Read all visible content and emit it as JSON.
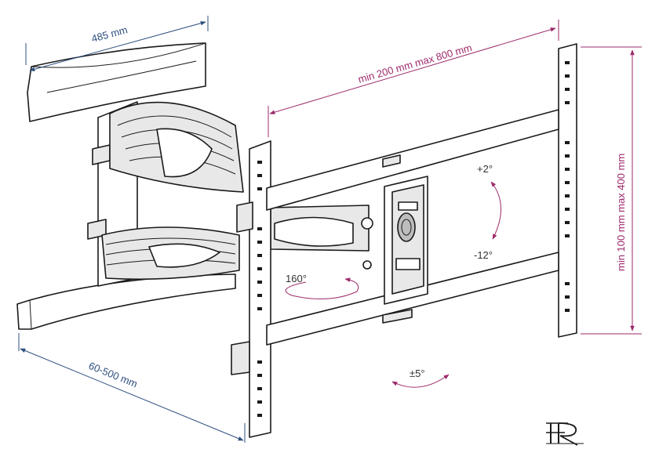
{
  "dimensions": {
    "arm_width": "485 mm",
    "arm_extension": "60-500 mm",
    "horizontal_spacing": "min 200 mm max 800 mm",
    "vertical_spacing": "min 100 mm max 400 mm"
  },
  "angles": {
    "tilt_up": "+2°",
    "tilt_down": "-12°",
    "swivel": "160°",
    "level": "±5°"
  },
  "colors": {
    "dimension_blue": "#2f4f7f",
    "dimension_magenta": "#9e2a6b",
    "line": "#1a1a1a"
  },
  "logo": {
    "icon": "fr-monogram-logo"
  }
}
